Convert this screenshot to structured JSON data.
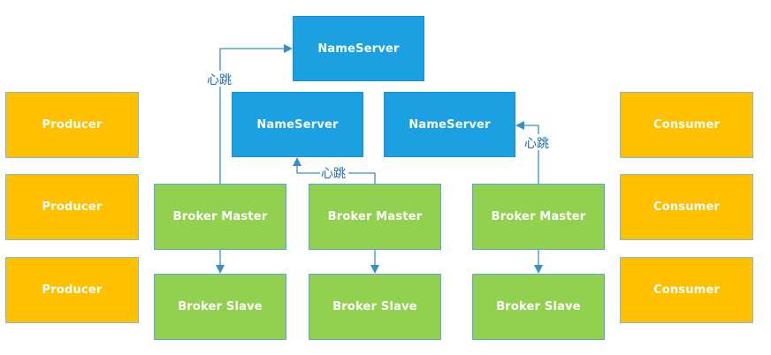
{
  "producers": [
    "Producer",
    "Producer",
    "Producer"
  ],
  "consumers": [
    "Consumer",
    "Consumer",
    "Consumer"
  ],
  "nameservers": {
    "top": "NameServer",
    "left": "NameServer",
    "right": "NameServer"
  },
  "brokers": {
    "masters": [
      "Broker Master",
      "Broker Master",
      "Broker Master"
    ],
    "slaves": [
      "Broker Slave",
      "Broker Slave",
      "Broker Slave"
    ]
  },
  "heartbeats": [
    "心跳",
    "心跳",
    "心跳"
  ],
  "colors": {
    "producer_consumer": "#ffc000",
    "nameserver": "#1ba1e2",
    "broker": "#92d050",
    "arrow": "#3b8fc4"
  }
}
